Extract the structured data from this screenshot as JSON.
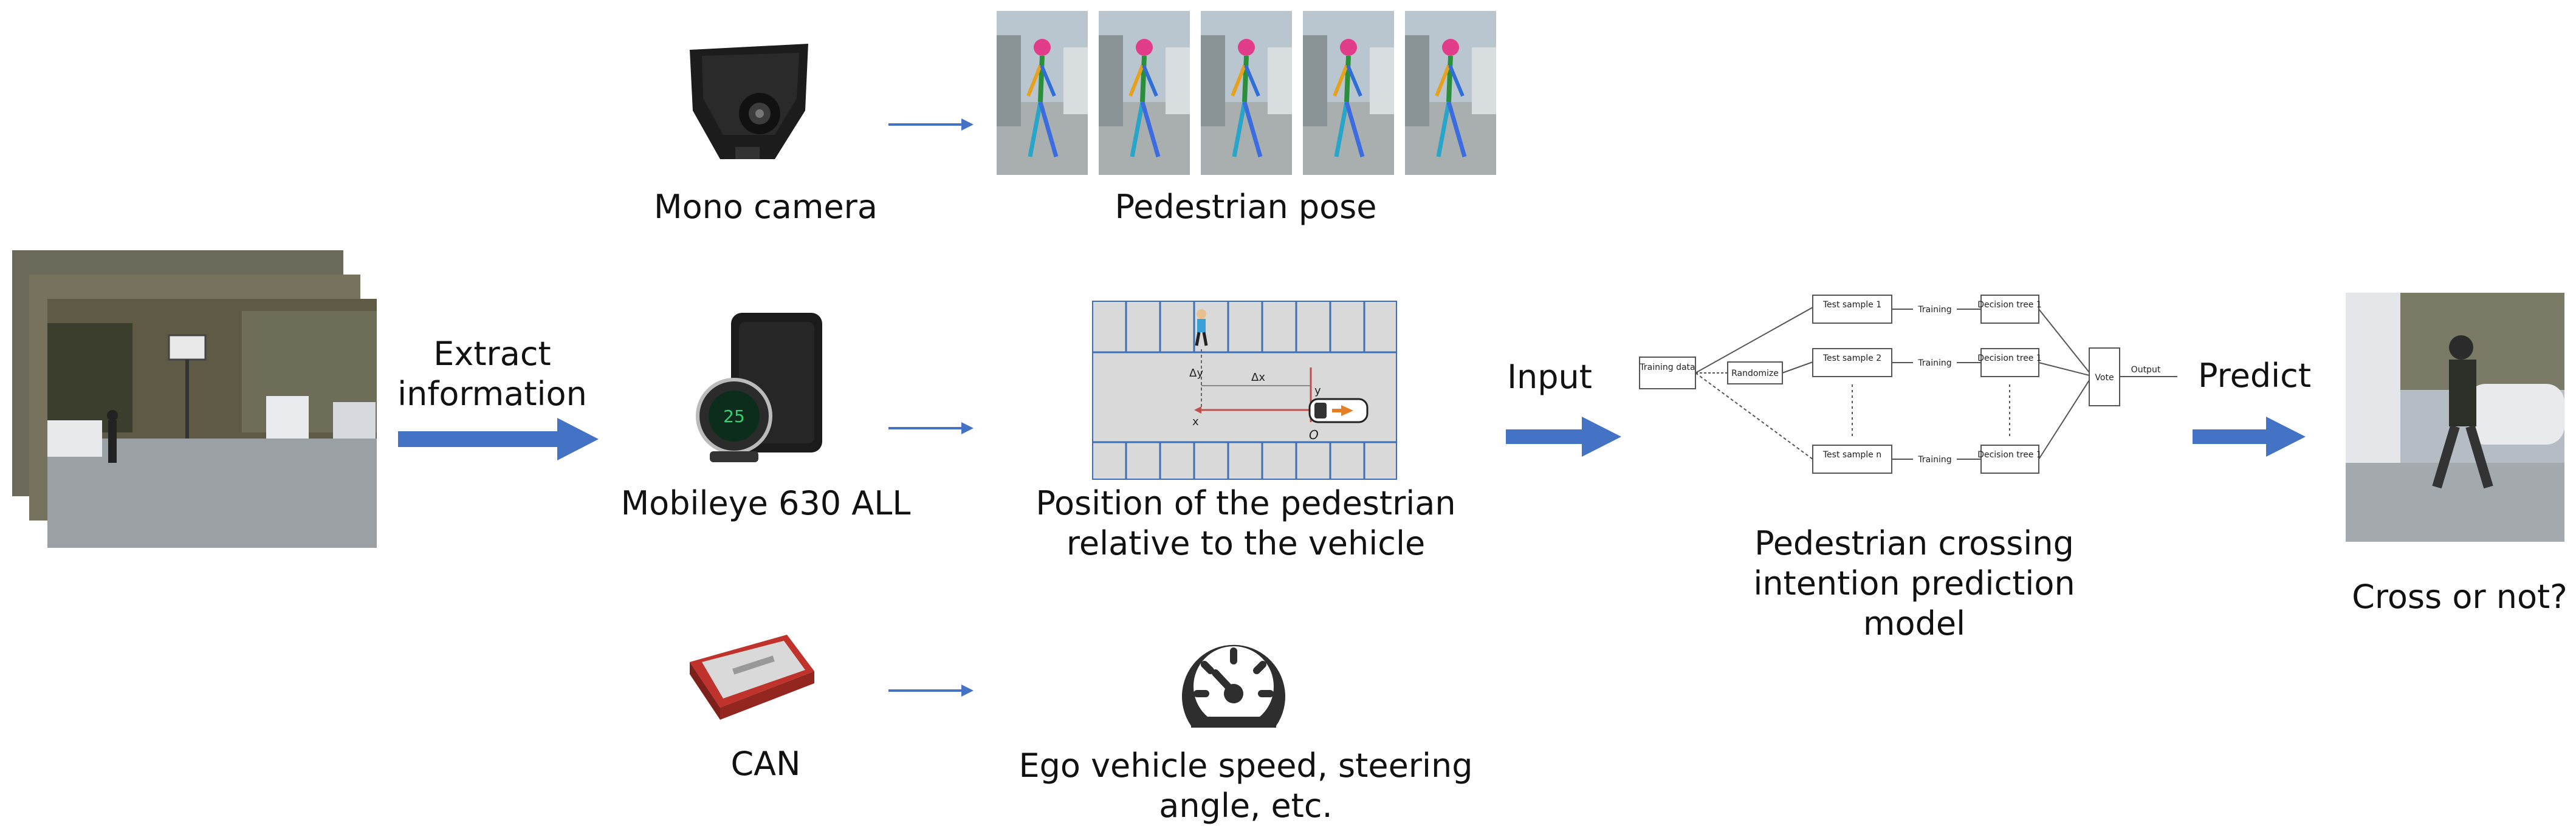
{
  "labels": {
    "mono_camera": "Mono camera",
    "pedestrian_pose": "Pedestrian pose",
    "extract_information": "Extract information",
    "mobileye": "Mobileye 630 ALL",
    "position": "Position of the pedestrian relative to the vehicle",
    "input": "Input",
    "model": "Pedestrian crossing intention prediction model",
    "predict": "Predict",
    "cross_or_not": "Cross or not?",
    "can": "CAN",
    "ego_vehicle": "Ego vehicle speed, steering angle, etc."
  },
  "position_diagram": {
    "delta_y": "Δy",
    "delta_x": "Δx",
    "axis_x": "x",
    "axis_y": "y",
    "origin": "O"
  },
  "model_diagram": {
    "training_data": "Training data",
    "randomize": "Randomize",
    "test_samples": [
      "Test sample 1",
      "Test sample 2",
      "Test sample n"
    ],
    "training": "Training",
    "decision_trees": [
      "Decision tree 1",
      "Decision tree 1",
      "Decision tree 1"
    ],
    "vote": "Vote",
    "output": "Output"
  },
  "colors": {
    "arrow_blue": "#4472c4",
    "grid_fill": "#d9d9d9",
    "grid_line": "#3d6fb8"
  },
  "icons": [
    "camera-icon",
    "mobileye-device-icon",
    "can-device-icon",
    "speedometer-icon"
  ]
}
